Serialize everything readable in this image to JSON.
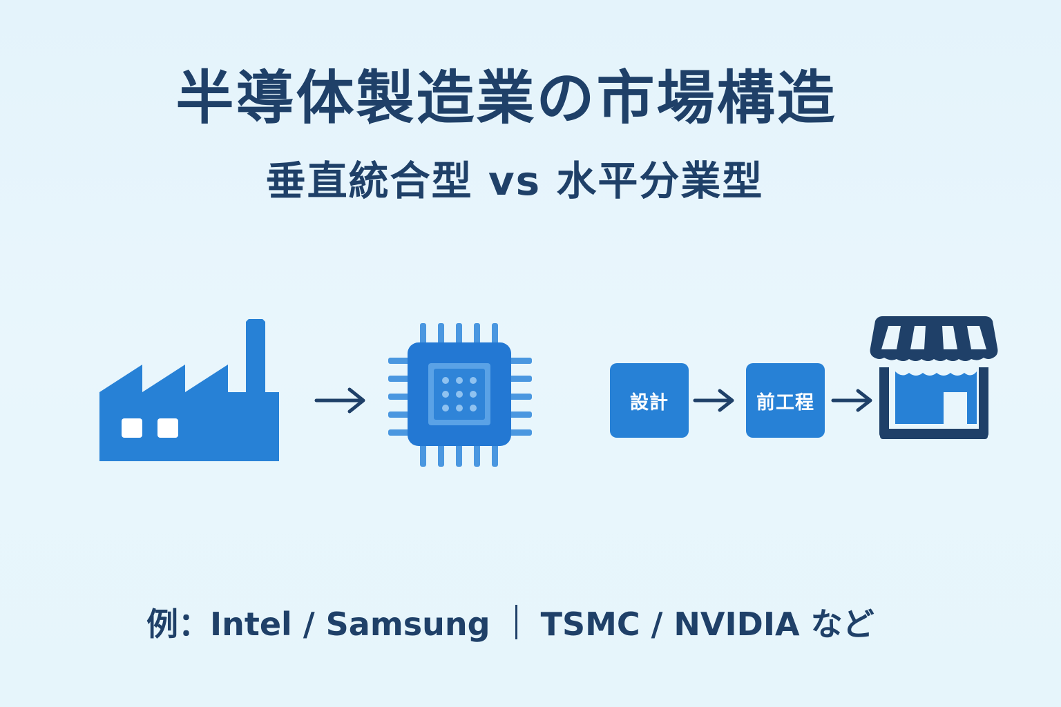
{
  "title": "半導体製造業の市場構造",
  "subtitle": "垂直統合型 vs 水平分業型",
  "vertical": {
    "icons": [
      "factory-icon",
      "chip-icon"
    ]
  },
  "horizontal": {
    "steps": [
      "設計",
      "前工程"
    ],
    "end_icon": "store-icon"
  },
  "footer": {
    "left": "例：Intel / Samsung",
    "right": "TSMC / NVIDIA など"
  },
  "colors": {
    "background": "#e6f5fb",
    "text": "#1f4068",
    "accent_blue": "#2781d6",
    "store_navy": "#1f4068"
  }
}
